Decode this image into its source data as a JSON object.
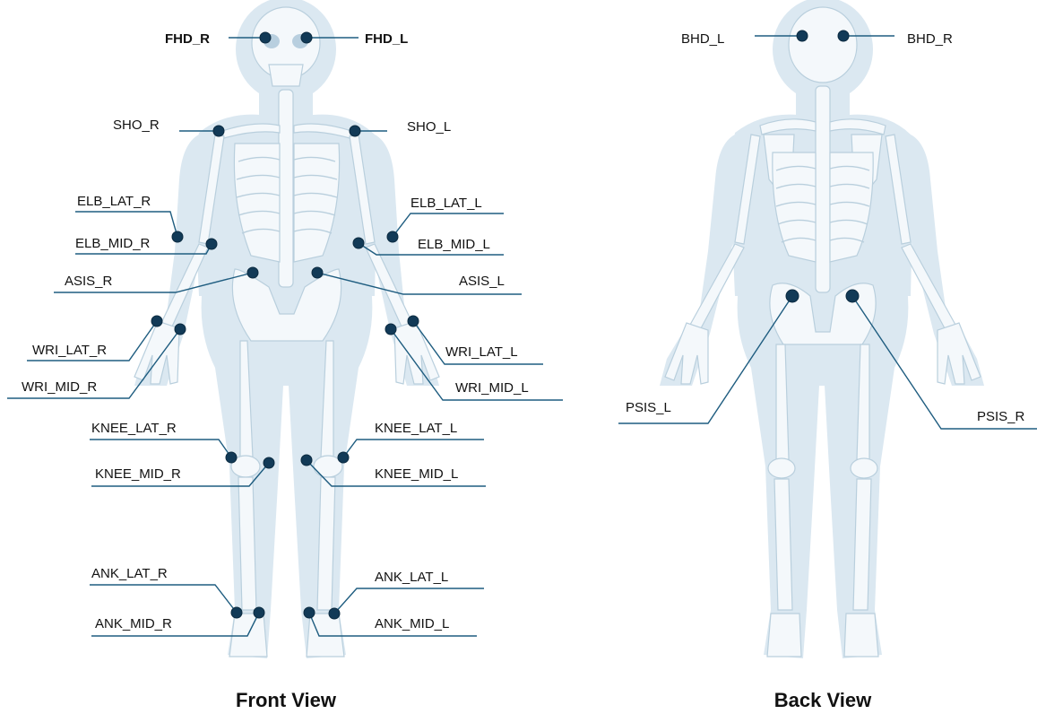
{
  "colors": {
    "skin": "#dbe8f1",
    "bone": "#f4f8fb",
    "bone_outline": "#b9cfdd",
    "marker": "#123a57",
    "leader_line": "#1f5d80",
    "text": "#111111"
  },
  "captions": {
    "front": "Front View",
    "back": "Back View"
  },
  "front_markers": {
    "fhd_r": "FHD_R",
    "fhd_l": "FHD_L",
    "sho_r": "SHO_R",
    "sho_l": "SHO_L",
    "elb_lat_r": "ELB_LAT_R",
    "elb_lat_l": "ELB_LAT_L",
    "elb_mid_r": "ELB_MID_R",
    "elb_mid_l": "ELB_MID_L",
    "asis_r": "ASIS_R",
    "asis_l": "ASIS_L",
    "wri_lat_r": "WRI_LAT_R",
    "wri_lat_l": "WRI_LAT_L",
    "wri_mid_r": "WRI_MID_R",
    "wri_mid_l": "WRI_MID_L",
    "knee_lat_r": "KNEE_LAT_R",
    "knee_lat_l": "KNEE_LAT_L",
    "knee_mid_r": "KNEE_MID_R",
    "knee_mid_l": "KNEE_MID_L",
    "ank_lat_r": "ANK_LAT_R",
    "ank_lat_l": "ANK_LAT_L",
    "ank_mid_r": "ANK_MID_R",
    "ank_mid_l": "ANK_MID_L"
  },
  "back_markers": {
    "bhd_l": "BHD_L",
    "bhd_r": "BHD_R",
    "psis_l": "PSIS_L",
    "psis_r": "PSIS_R"
  }
}
